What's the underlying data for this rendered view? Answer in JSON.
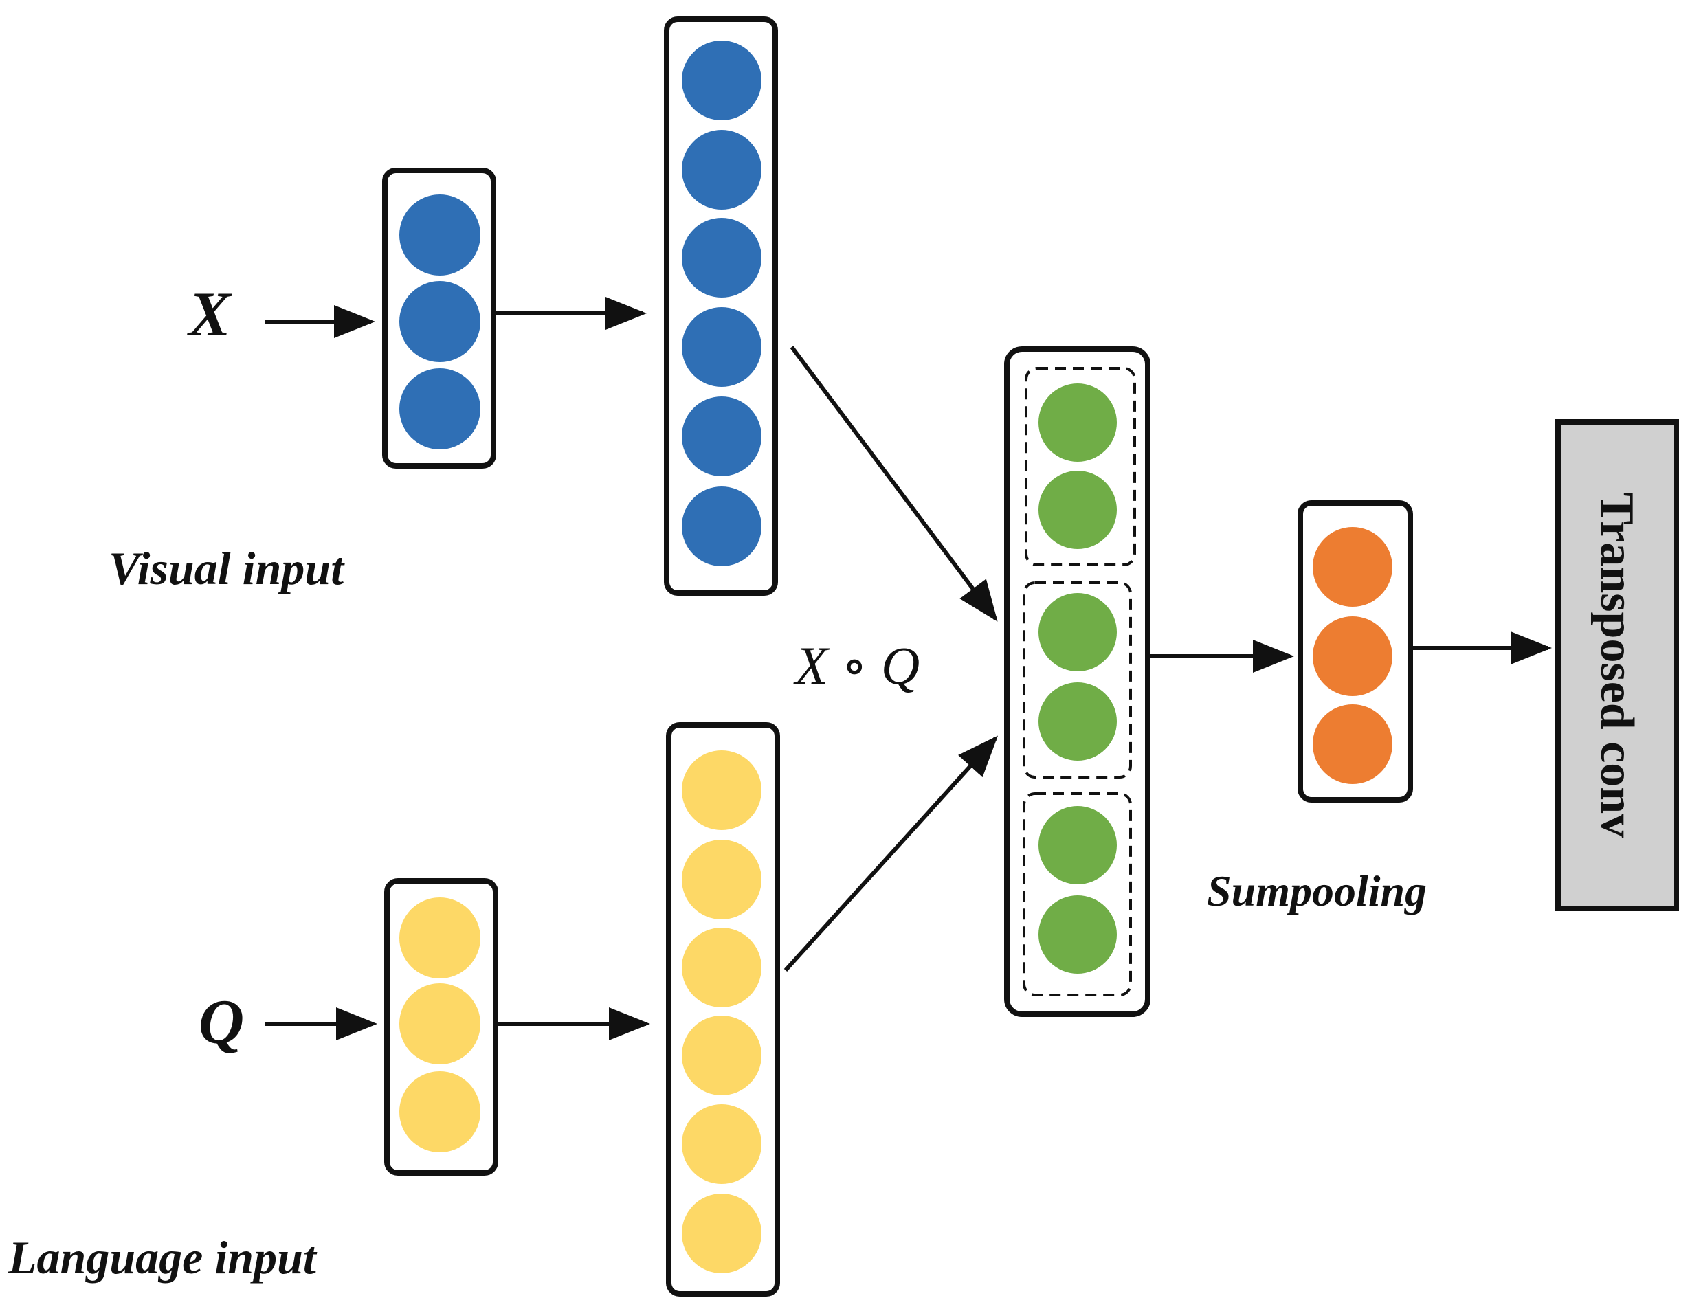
{
  "labels": {
    "x_input": "X",
    "q_input": "Q",
    "visual_input": "Visual input",
    "language_input": "Language input",
    "product": "X ∘ Q",
    "sumpooling": "Sumpooling",
    "transposed_conv": "Transposed conv"
  },
  "colors": {
    "visual_node": "#2f6fb5",
    "language_node": "#fdd866",
    "fused_node": "#70ad47",
    "pooled_node": "#ed7d31",
    "output_box": "#d0d0d0",
    "stroke": "#111111"
  },
  "layers": {
    "visual_small_nodes": 3,
    "visual_large_nodes": 6,
    "language_small_nodes": 3,
    "language_large_nodes": 6,
    "fused_groups": 3,
    "fused_nodes_per_group": 2,
    "pooled_nodes": 3
  }
}
